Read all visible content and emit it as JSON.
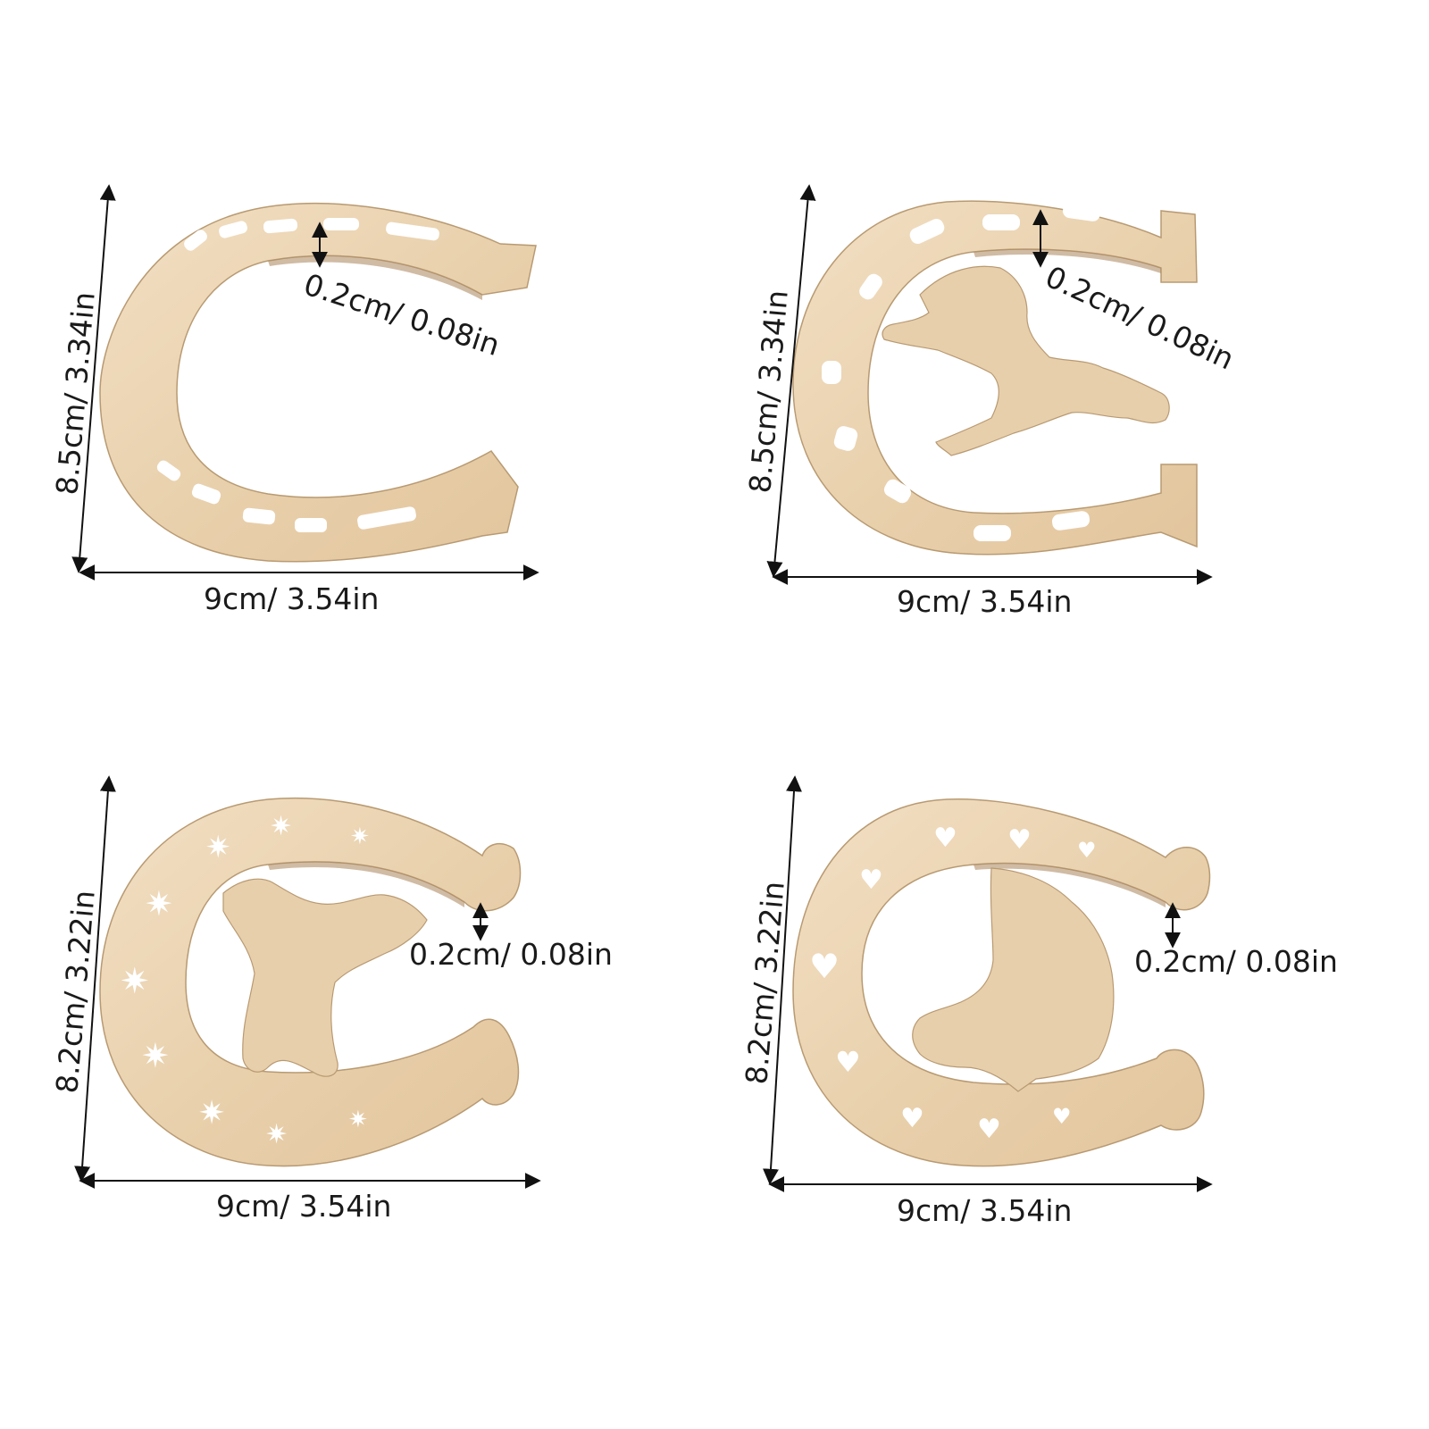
{
  "colors": {
    "background": "#ffffff",
    "wood_light": "#f0dcc0",
    "wood_mid": "#e6cba6",
    "wood_edge": "#a9835a",
    "line": "#111111"
  },
  "pieces": [
    {
      "id": "plain-slots",
      "design": "oval slots",
      "width_label": "9cm/ 3.54in",
      "height_label": "8.5cm/ 3.34in",
      "thickness_label": "0.2cm/ 0.08in"
    },
    {
      "id": "jumping-horse",
      "design": "jumping horse",
      "width_label": "9cm/ 3.54in",
      "height_label": "8.5cm/ 3.34in",
      "thickness_label": "0.2cm/ 0.08in"
    },
    {
      "id": "stars-horse",
      "design": "stars and horse",
      "width_label": "9cm/ 3.54in",
      "height_label": "8.2cm/ 3.22in",
      "thickness_label": "0.2cm/ 0.08in"
    },
    {
      "id": "hearts-horse-head",
      "design": "hearts and horse head",
      "width_label": "9cm/ 3.54in",
      "height_label": "8.2cm/ 3.22in",
      "thickness_label": "0.2cm/ 0.08in"
    }
  ]
}
